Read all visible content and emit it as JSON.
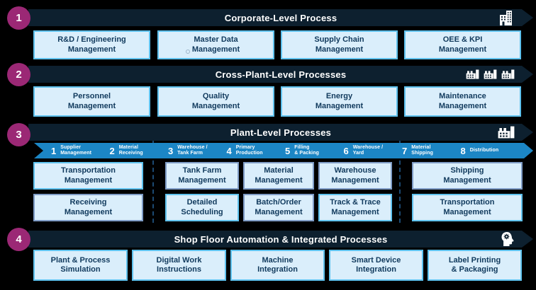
{
  "colors": {
    "background": "#000000",
    "header_bar": "#0d202f",
    "badge": "#9b2875",
    "box_fill": "#daeefb",
    "box_border": "#5fc2ee",
    "box_border_muted": "#7f9cc6",
    "box_text": "#113a5d",
    "strip": "#1c86c5",
    "strip_text": "#ffffff",
    "divider": "#1c4a73"
  },
  "sections": [
    {
      "number": "1",
      "title": "Corporate-Level Process",
      "icon": "office-building",
      "boxes": [
        {
          "line1": "R&D / Engineering",
          "line2": "Management"
        },
        {
          "line1": "Master Data",
          "line2": "Management"
        },
        {
          "line1": "Supply Chain",
          "line2": "Management"
        },
        {
          "line1": "OEE & KPI",
          "line2": "Management"
        }
      ]
    },
    {
      "number": "2",
      "title": "Cross-Plant-Level Processes",
      "icon": "three-factories",
      "boxes": [
        {
          "line1": "Personnel",
          "line2": "Management"
        },
        {
          "line1": "Quality",
          "line2": "Management"
        },
        {
          "line1": "Energy",
          "line2": "Management"
        },
        {
          "line1": "Maintenance",
          "line2": "Management"
        }
      ]
    },
    {
      "number": "3",
      "title": "Plant-Level Processes",
      "icon": "factory",
      "steps": [
        {
          "n": "1",
          "l1": "Supplier",
          "l2": "Management"
        },
        {
          "n": "2",
          "l1": "Material",
          "l2": "Receiving"
        },
        {
          "n": "3",
          "l1": "Warehouse /",
          "l2": "Tank Farm"
        },
        {
          "n": "4",
          "l1": "Primary",
          "l2": "Production"
        },
        {
          "n": "5",
          "l1": "Filling",
          "l2": "& Packing"
        },
        {
          "n": "6",
          "l1": "Warehouse /",
          "l2": "Yard"
        },
        {
          "n": "7",
          "l1": "Material",
          "l2": "Shipping"
        },
        {
          "n": "8",
          "l1": "Distribution",
          "l2": ""
        }
      ],
      "groups": {
        "left": [
          {
            "line1": "Transportation",
            "line2": "Management"
          },
          {
            "line1": "Receiving",
            "line2": "Management"
          }
        ],
        "middle_top": [
          {
            "line1": "Tank Farm",
            "line2": "Management"
          },
          {
            "line1": "Material",
            "line2": "Management"
          },
          {
            "line1": "Warehouse",
            "line2": "Management"
          }
        ],
        "middle_bottom": [
          {
            "line1": "Detailed",
            "line2": "Scheduling"
          },
          {
            "line1": "Batch/Order",
            "line2": "Management"
          },
          {
            "line1": "Track & Trace",
            "line2": "Management"
          }
        ],
        "right": [
          {
            "line1": "Shipping",
            "line2": "Management"
          },
          {
            "line1": "Transportation",
            "line2": "Management"
          }
        ]
      }
    },
    {
      "number": "4",
      "title": "Shop Floor Automation & Integrated Processes",
      "icon": "head-with-gear",
      "boxes": [
        {
          "line1": "Plant & Process",
          "line2": "Simulation"
        },
        {
          "line1": "Digital Work",
          "line2": "Instructions"
        },
        {
          "line1": "Machine",
          "line2": "Integration"
        },
        {
          "line1": "Smart Device",
          "line2": "Integration"
        },
        {
          "line1": "Label Printing",
          "line2": "& Packaging"
        }
      ]
    }
  ]
}
